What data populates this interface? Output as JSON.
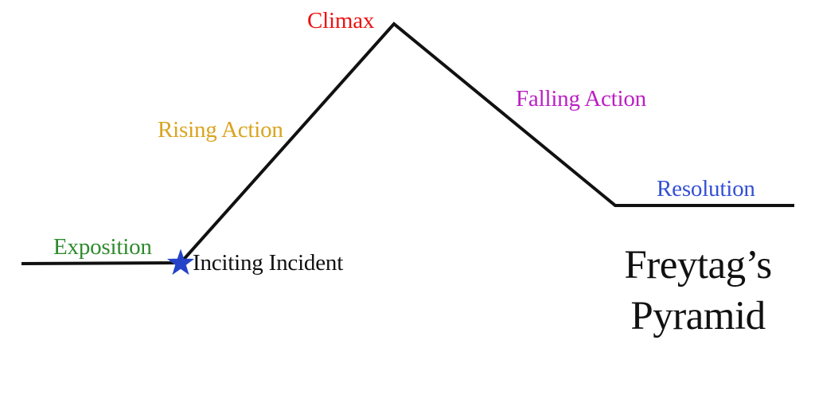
{
  "diagram": {
    "title": {
      "text": "Freytag’s Pyramid"
    },
    "labels": {
      "exposition": {
        "text": "Exposition",
        "color": "#2e8b2e"
      },
      "rising_action": {
        "text": "Rising Action",
        "color": "#d9a41f"
      },
      "climax": {
        "text": "Climax",
        "color": "#ee1111"
      },
      "falling_action": {
        "text": "Falling Action",
        "color": "#bb1fc4"
      },
      "resolution": {
        "text": "Resolution",
        "color": "#3450d5"
      },
      "inciting_incident": {
        "text": "Inciting Incident",
        "color": "#111111"
      }
    },
    "line_color": "#111111",
    "star_color": "#2543c8",
    "background_color": "#ffffff",
    "structure": {
      "type": "plot-structure-line",
      "stages": [
        "Exposition",
        "Inciting Incident",
        "Rising Action",
        "Climax",
        "Falling Action",
        "Resolution"
      ]
    }
  }
}
